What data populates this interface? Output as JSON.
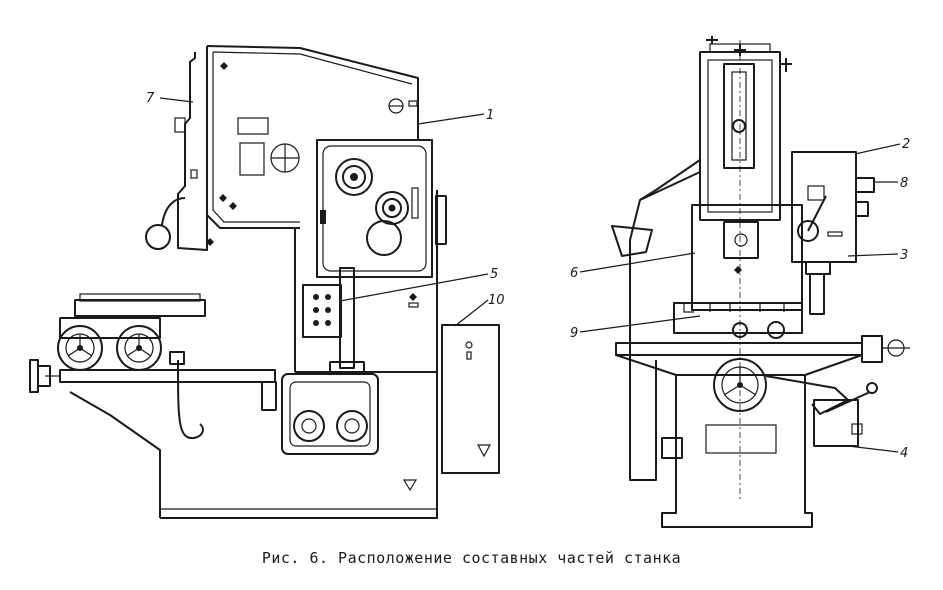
{
  "caption": "Рис. 6. Расположение составных частей станка",
  "callouts": {
    "c1": "1",
    "c2": "2",
    "c3": "3",
    "c4": "4",
    "c5": "5",
    "c6": "6",
    "c7": "7",
    "c8": "8",
    "c9": "9",
    "c10": "10"
  },
  "colors": {
    "ink": "#1a1a1a",
    "paper": "#ffffff"
  }
}
